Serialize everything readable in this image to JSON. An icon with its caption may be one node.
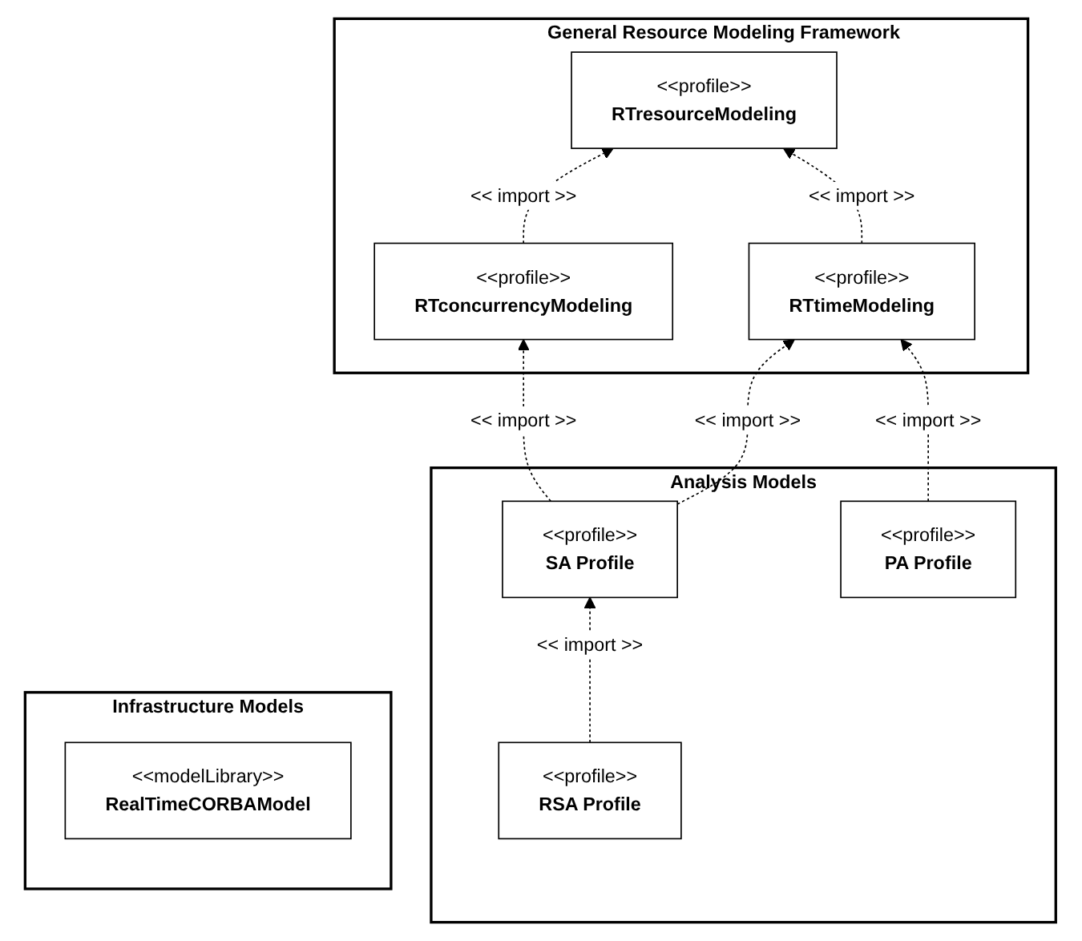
{
  "diagram": {
    "nodes": [
      {
        "text": [
          "General Resource Modeling Framework"
        ]
      },
      {
        "text": [
          "<<profile>>",
          "RTresourceModeling"
        ],
        "in": 0
      },
      {
        "text": [
          "<<profile>>",
          "RTconcurrencyModeling"
        ],
        "in": 0
      },
      {
        "text": [
          "<<profile>>",
          "RTtimeModeling"
        ],
        "in": 0
      },
      {
        "text": [
          "Analysis Models"
        ]
      },
      {
        "text": [
          "<<profile>>",
          "SA Profile"
        ],
        "in": 4
      },
      {
        "text": [
          "<<profile>>",
          "PA Profile"
        ],
        "in": 4
      },
      {
        "text": [
          "<<profile>>",
          "RSA Profile"
        ],
        "in": 4
      },
      {
        "text": [
          "Infrastructure Models"
        ]
      },
      {
        "text": [
          "<<modelLibrary>>",
          "RealTimeCORBAModel"
        ],
        "in": 8
      }
    ],
    "edges": [
      {
        "from": 2,
        "to": 1,
        "arrow": "to",
        "label": "<< import >>",
        "style": "dashed"
      },
      {
        "from": 3,
        "to": 1,
        "arrow": "to",
        "label": "<< import >>",
        "style": "dashed"
      },
      {
        "from": 5,
        "to": 2,
        "arrow": "to",
        "label": "<< import >>",
        "style": "dashed"
      },
      {
        "from": 5,
        "to": 3,
        "arrow": "to",
        "label": "<< import >>",
        "style": "dashed"
      },
      {
        "from": 6,
        "to": 3,
        "arrow": "to",
        "label": "<< import >>",
        "style": "dashed"
      },
      {
        "from": 7,
        "to": 5,
        "arrow": "to",
        "label": "<< import >>",
        "style": "dashed"
      }
    ]
  }
}
